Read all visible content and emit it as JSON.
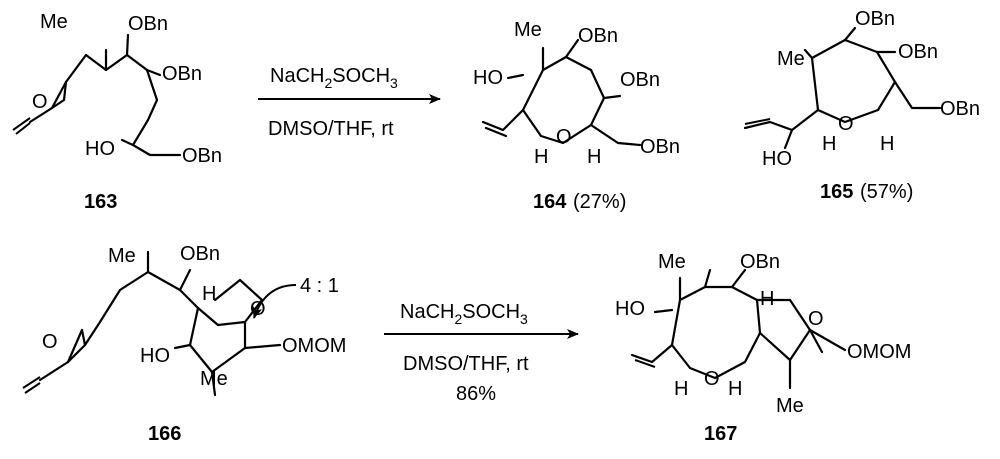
{
  "reaction1": {
    "reagent": {
      "prefix": "NaCH",
      "sub": "2",
      "suffix": "SOCH",
      "sub2": "3"
    },
    "conditions": "DMSO/THF, rt",
    "start": {
      "label": "163",
      "me": "Me",
      "obn1": "OBn",
      "obn2": "OBn",
      "obn3": "OBn",
      "o": "O",
      "ho": "HO"
    },
    "product1": {
      "label": "164",
      "yield": "(27%)",
      "me": "Me",
      "obn1": "OBn",
      "obn2": "OBn",
      "obn3": "OBn",
      "ho": "HO",
      "o": "O",
      "h1": "H",
      "h2": "H"
    },
    "product2": {
      "label": "165",
      "yield": "(57%)",
      "me": "Me",
      "obn1": "OBn",
      "obn2": "OBn",
      "obn3": "OBn",
      "ho": "HO",
      "o": "O",
      "h1": "H",
      "h2": "H"
    }
  },
  "reaction2": {
    "reagent": {
      "prefix": "NaCH",
      "sub": "2",
      "suffix": "SOCH",
      "sub2": "3"
    },
    "conditions": "DMSO/THF, rt",
    "yield": "86%",
    "start": {
      "label": "166",
      "ratio": "4 : 1",
      "me1": "Me",
      "me2": "Me",
      "obn": "OBn",
      "h": "H",
      "o_ring": "O",
      "o_epox": "O",
      "omom": "OMOM",
      "ho": "HO"
    },
    "product": {
      "label": "167",
      "me1": "Me",
      "me2": "Me",
      "obn": "OBn",
      "h1": "H",
      "h2": "H",
      "h3": "H",
      "ho": "HO",
      "o1": "O",
      "o2": "O",
      "omom": "OMOM"
    }
  }
}
